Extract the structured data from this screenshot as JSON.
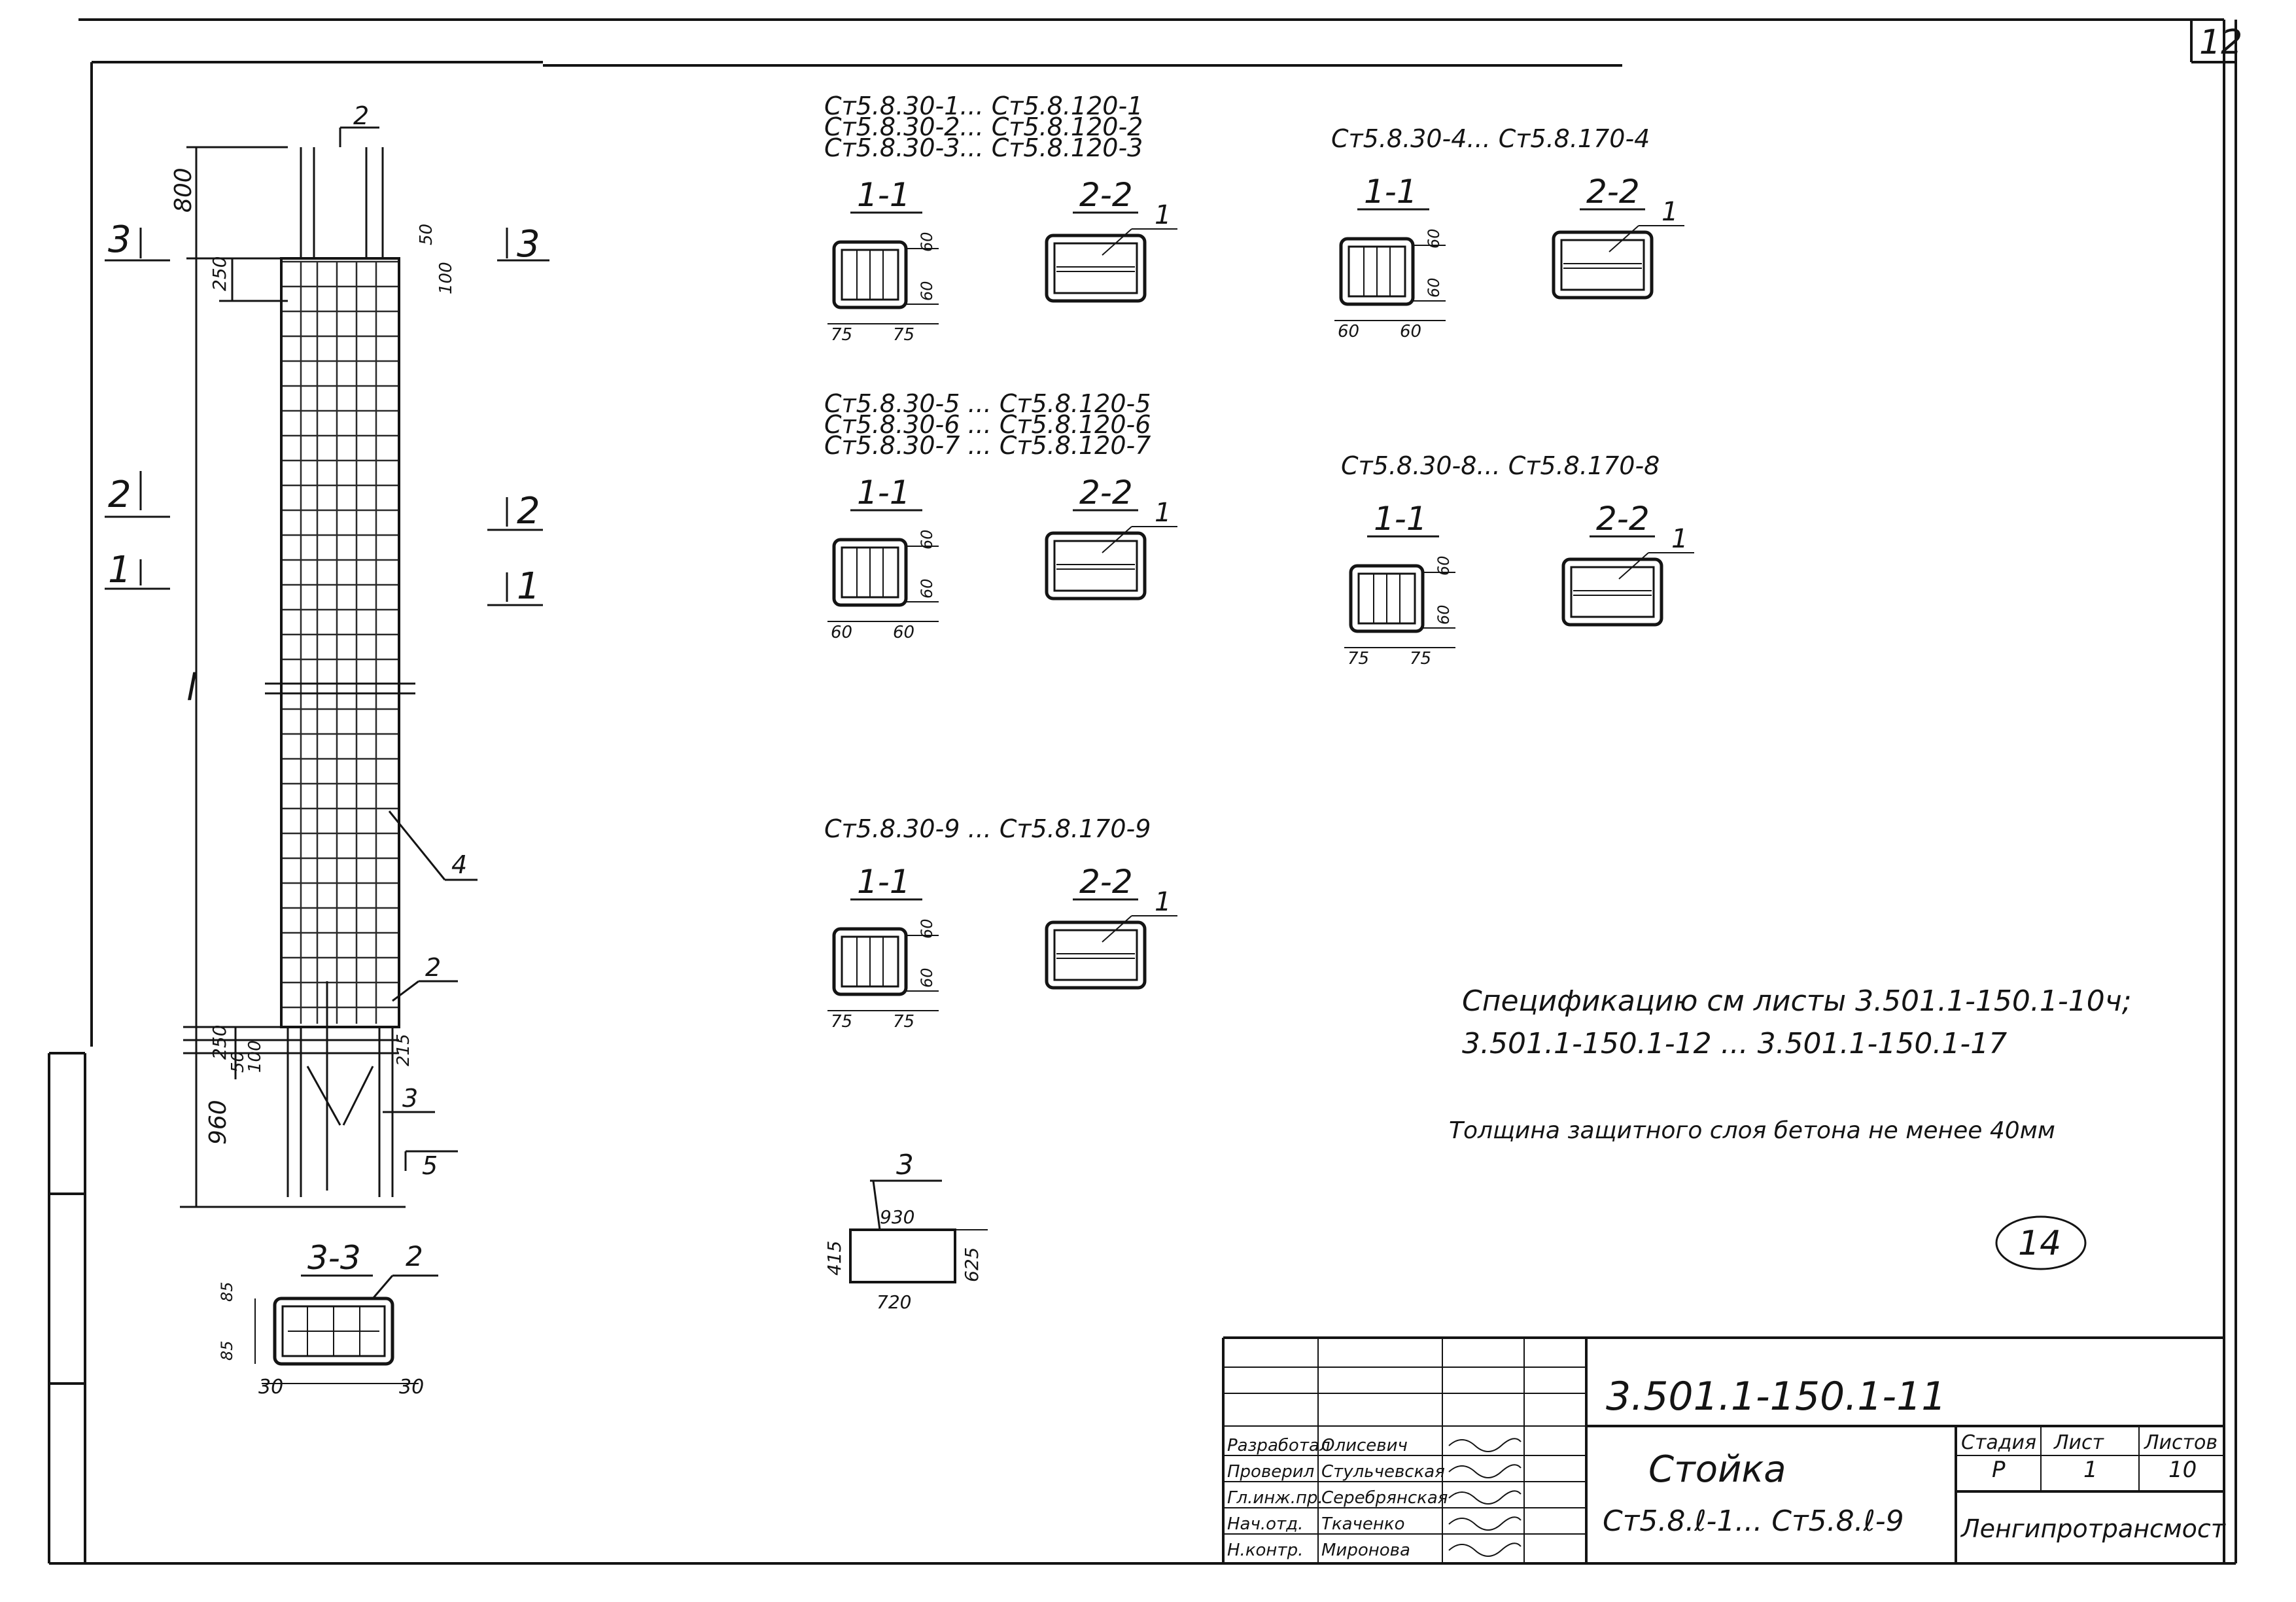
{
  "sheet_number": "12",
  "elevation": {
    "dims": [
      "800",
      "250",
      "50",
      "100",
      "l",
      "250",
      "50",
      "100",
      "215",
      "960"
    ],
    "callouts": [
      "2",
      "4",
      "2",
      "3",
      "5"
    ],
    "section_marks": [
      "3",
      "3",
      "2",
      "2",
      "1",
      "1"
    ]
  },
  "section_3_3": {
    "title": "3-3",
    "callout": "2",
    "dims": [
      "85",
      "85",
      "30",
      "30"
    ]
  },
  "groups": [
    {
      "heading": [
        "Ст5.8.30-1... Ст5.8.120-1",
        "Ст5.8.30-2... Ст5.8.120-2",
        "Ст5.8.30-3... Ст5.8.120-3"
      ],
      "cut1": {
        "title": "1-1",
        "dims": [
          "60",
          "60",
          "75",
          "75"
        ]
      },
      "cut2": {
        "title": "2-2",
        "callout": "1"
      }
    },
    {
      "heading": [
        "Ст5.8.30-4... Ст5.8.170-4"
      ],
      "cut1": {
        "title": "1-1",
        "dims": [
          "60",
          "60",
          "60",
          "60"
        ]
      },
      "cut2": {
        "title": "2-2",
        "callout": "1"
      }
    },
    {
      "heading": [
        "Ст5.8.30-5 ... Ст5.8.120-5",
        "Ст5.8.30-6 ... Ст5.8.120-6",
        "Ст5.8.30-7 ... Ст5.8.120-7"
      ],
      "cut1": {
        "title": "1-1",
        "dims": [
          "60",
          "60",
          "60",
          "60"
        ]
      },
      "cut2": {
        "title": "2-2",
        "callout": "1"
      }
    },
    {
      "heading": [
        "Ст5.8.30-8... Ст5.8.170-8"
      ],
      "cut1": {
        "title": "1-1",
        "dims": [
          "60",
          "60",
          "75",
          "75"
        ]
      },
      "cut2": {
        "title": "2-2",
        "callout": "1"
      }
    },
    {
      "heading": [
        "Ст5.8.30-9 ... Ст5.8.170-9"
      ],
      "cut1": {
        "title": "1-1",
        "dims": [
          "60",
          "60",
          "75",
          "75"
        ]
      },
      "cut2": {
        "title": "2-2",
        "callout": "1"
      }
    }
  ],
  "plate": {
    "callout": "3",
    "dims": [
      "930",
      "415",
      "625",
      "720"
    ]
  },
  "notes": {
    "spec_line1": "Спецификацию см листы 3.501.1-150.1-10ч;",
    "spec_line2": "3.501.1-150.1-12 ... 3.501.1-150.1-17",
    "cover_note": "Толщина защитного слоя бетона не менее 40мм",
    "circled_number": "14"
  },
  "title_block": {
    "doc_code": "3.501.1-150.1-11",
    "name": "Стойка",
    "marks": "Ст5.8.ℓ-1... Ст5.8.ℓ-9",
    "stage_header": "Стадия",
    "sheet_header": "Лист",
    "sheets_header": "Листов",
    "stage": "Р",
    "sheet": "1",
    "sheets": "10",
    "org": "Ленгипротрансмост",
    "signatures": [
      {
        "role": "Разработал",
        "name": "Олисевич"
      },
      {
        "role": "Проверил",
        "name": "Стульчевская"
      },
      {
        "role": "Гл.инж.пр.",
        "name": "Серебрянская"
      },
      {
        "role": "Нач.отд.",
        "name": "Ткаченко"
      },
      {
        "role": "Н.контр.",
        "name": "Миронова"
      }
    ]
  }
}
